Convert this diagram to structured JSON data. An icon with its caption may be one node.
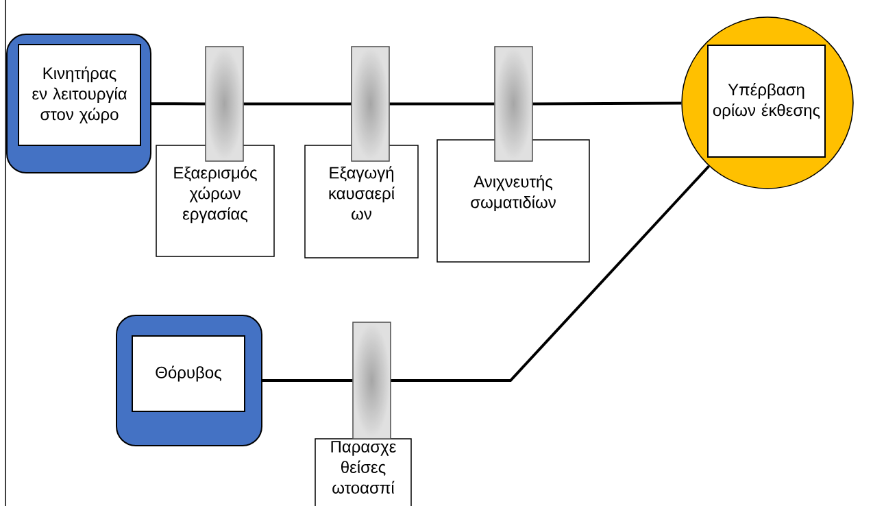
{
  "diagram": {
    "nodes": [
      {
        "text": [
          "Κινητήρας εν λειτουργία στον χώρο"
        ]
      },
      {
        "text": [],
        "shape": "bar"
      },
      {
        "text": [
          "Εξαερισμός χώρων εργασίας"
        ]
      },
      {
        "text": [],
        "shape": "bar"
      },
      {
        "text": [
          "Εξαγωγή καυσαερί ων"
        ]
      },
      {
        "text": [],
        "shape": "bar"
      },
      {
        "text": [
          "Ανιχνευτής σωματιδίων"
        ]
      },
      {
        "text": [
          "Υπέρβαση ορίων έκθεσης"
        ]
      },
      {
        "text": [
          "Θόρυβος"
        ]
      },
      {
        "text": [],
        "shape": "bar"
      },
      {
        "text": [
          "Παρασχε θείσες ωτοασπί"
        ]
      }
    ],
    "edges": [
      {
        "from": 0,
        "to": 1,
        "arrow": "none"
      },
      {
        "from": 1,
        "to": 3,
        "arrow": "none"
      },
      {
        "from": 3,
        "to": 5,
        "arrow": "none"
      },
      {
        "from": 5,
        "to": 7,
        "arrow": "none"
      },
      {
        "from": 8,
        "to": 9,
        "arrow": "none"
      },
      {
        "from": 9,
        "to": 7,
        "arrow": "none"
      }
    ]
  }
}
